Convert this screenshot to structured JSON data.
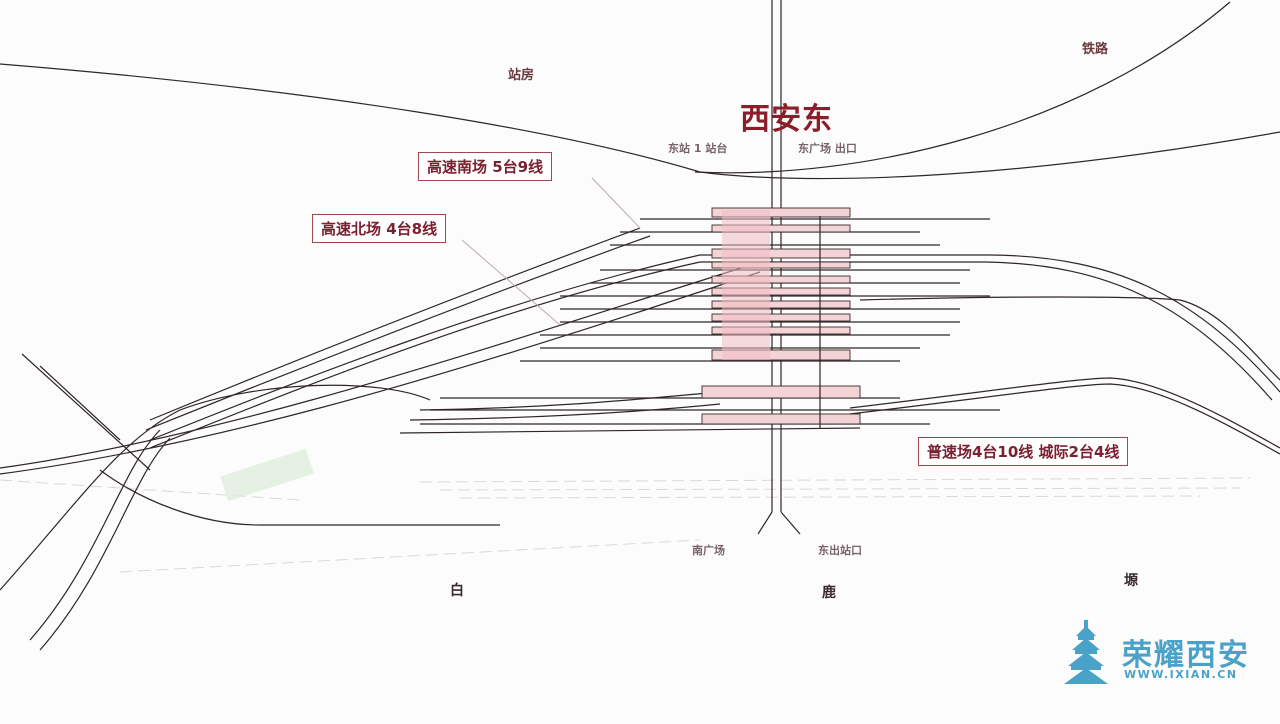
{
  "station": {
    "name": "西安东"
  },
  "yard_labels": {
    "north_high_speed": "高速南场 5台9线",
    "south_high_speed": "高速北场 4台8线",
    "conventional": "普速场4台10线 城际2台4线"
  },
  "top_labels": {
    "top_center_left": "站房",
    "top_right": "铁路",
    "station_left_tag": "东站 1 站台",
    "station_right_tag": "东广场 出口"
  },
  "bottom_labels": {
    "bottom_left_tag": "南广场",
    "bottom_right_tag": "东出站口",
    "ground_left": "白",
    "ground_mid": "鹿",
    "ground_right": "塬"
  },
  "logo": {
    "text": "荣耀西安",
    "url": "WWW.IXIAN.CN",
    "icon": "pagoda-icon"
  },
  "colors": {
    "track": "#2e2628",
    "platform_fill": "#f3d3d6",
    "platform_stroke": "#3a2a2c",
    "label_red": "#8c1d2a",
    "logo_blue": "#4aa2c8"
  }
}
